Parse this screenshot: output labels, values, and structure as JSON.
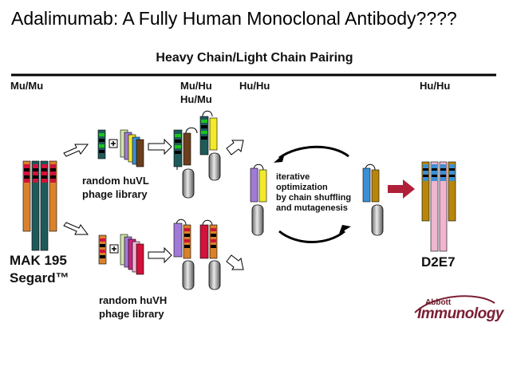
{
  "slide": {
    "title": "Adalimumab: A Fully Human Monoclonal Antibody????"
  },
  "diagram": {
    "title": "Heavy Chain/Light Chain Pairing",
    "headers": {
      "mu_mu": "Mu/Mu",
      "mu_hu": "Mu/Hu",
      "hu_mu": "Hu/Mu",
      "hu_hu_1": "Hu/Hu",
      "hu_hu_2": "Hu/Hu"
    },
    "light_library": {
      "line1": "random huVL",
      "line2": "phage library"
    },
    "heavy_library": {
      "line1": "random huVH",
      "line2": "phage library"
    },
    "start_antibody": {
      "line1": "MAK 195",
      "line2": "Segard™"
    },
    "end_antibody": "D2E7",
    "process": {
      "line1": "iterative",
      "line2": "optimization",
      "line3": "by chain shuffling",
      "line4": "and mutagenesis"
    },
    "logo": {
      "top": "Abbott",
      "main": "Immunology"
    },
    "colors": {
      "green": "#17c617",
      "dark_teal": "#1f5a5a",
      "orange": "#d9822b",
      "brown": "#6b3f1d",
      "yellow": "#f2ea2a",
      "purple": "#a17ad6",
      "pink": "#f0b5d0",
      "red": "#d1123a",
      "blue": "#3b8fd6",
      "olive": "#b8860b",
      "burgundy": "#b02038",
      "black": "#000000",
      "gray": "#9a9a9a"
    }
  }
}
